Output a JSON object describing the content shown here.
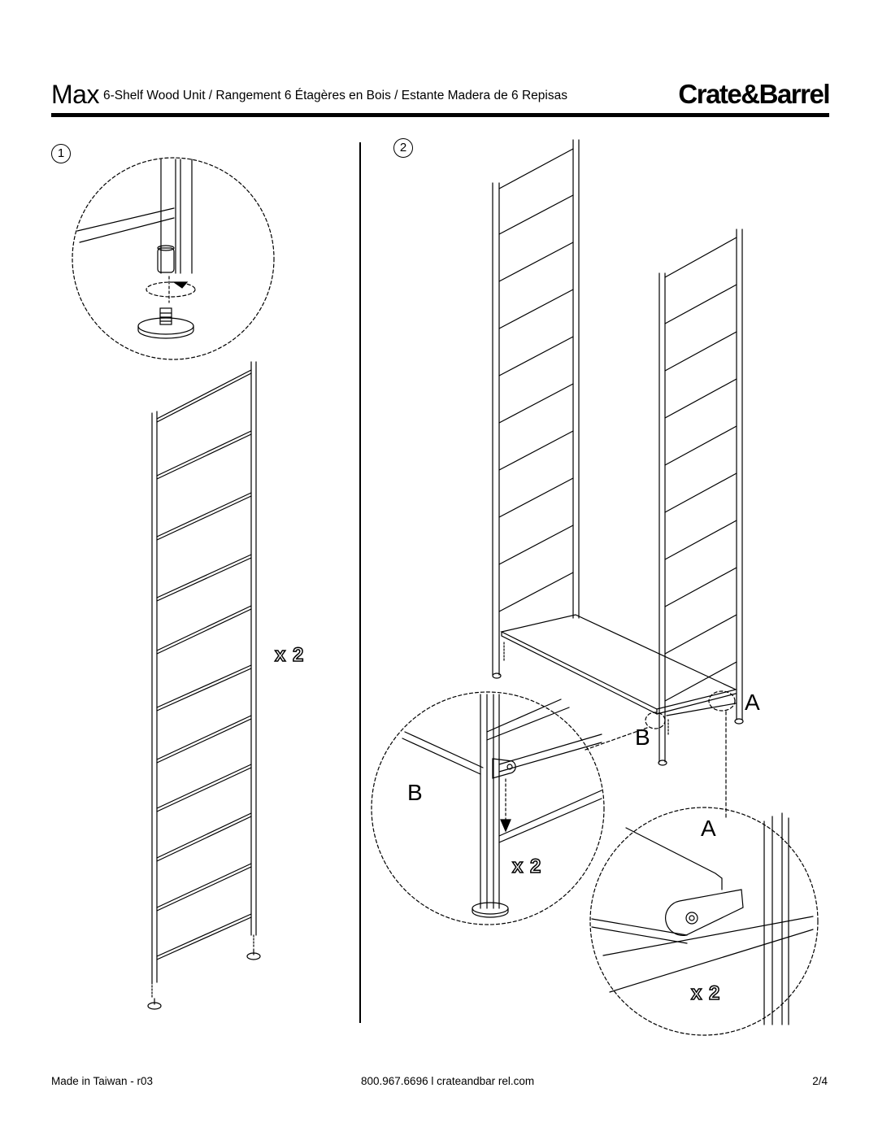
{
  "header": {
    "title_main": "Max",
    "title_sub": "6-Shelf Wood Unit / Rangement 6 Étagères en Bois / Estante Madera de 6 Repisas",
    "brand": "Crate&Barrel"
  },
  "steps": {
    "step1": "1",
    "step2": "2"
  },
  "callouts": {
    "a": "A",
    "b": "B"
  },
  "multipliers": {
    "x2": "x 2"
  },
  "footer": {
    "left": "Made in Taiwan - r03",
    "center": "800.967.6696 l crateandbar rel.com",
    "right": "2/4"
  }
}
